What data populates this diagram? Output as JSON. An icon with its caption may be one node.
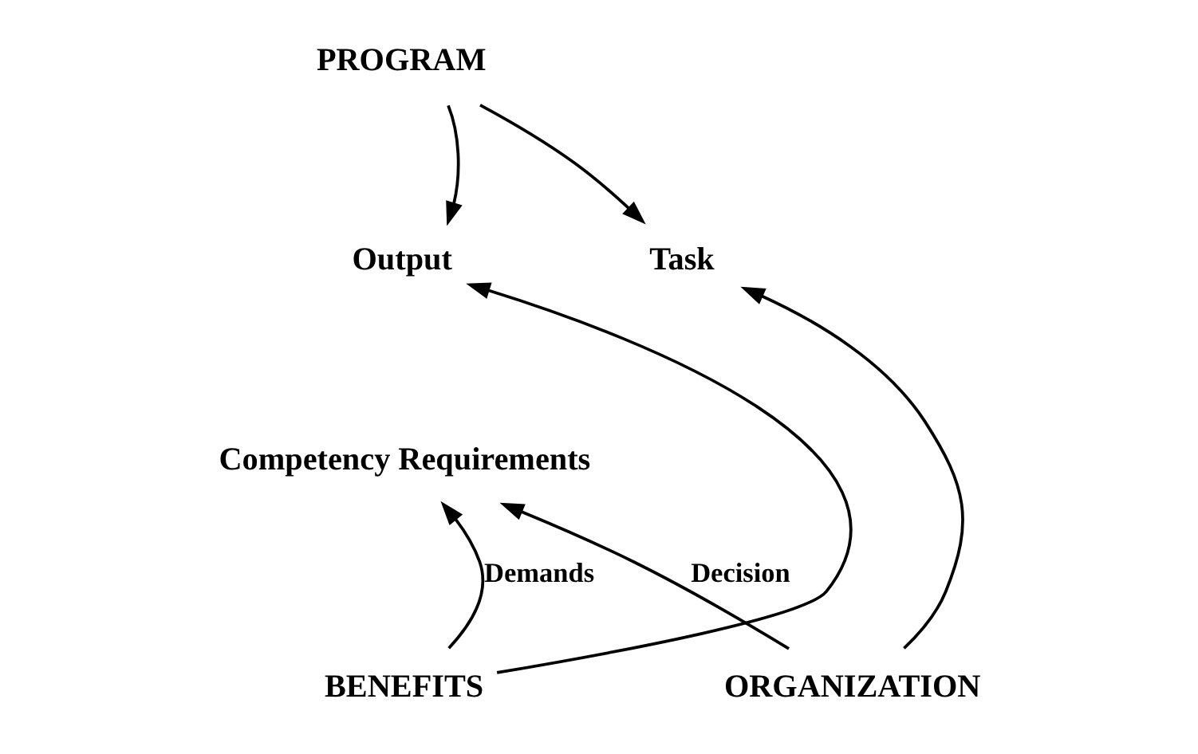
{
  "diagram": {
    "nodes": [
      {
        "text": [
          "PROGRAM"
        ]
      },
      {
        "text": [
          "Output"
        ]
      },
      {
        "text": [
          "Task"
        ]
      },
      {
        "text": [
          "Competency Requirements"
        ]
      },
      {
        "text": [
          "BENEFITS"
        ]
      },
      {
        "text": [
          "ORGANIZATION"
        ]
      }
    ],
    "edges": [
      {
        "from": 0,
        "to": 1,
        "arrow": "to"
      },
      {
        "from": 0,
        "to": 2,
        "arrow": "to"
      },
      {
        "from": 4,
        "to": 1,
        "arrow": "to"
      },
      {
        "from": 5,
        "to": 2,
        "arrow": "to"
      },
      {
        "from": 4,
        "to": 3,
        "arrow": "to",
        "label": "Demands"
      },
      {
        "from": 5,
        "to": 3,
        "arrow": "to",
        "label": "Decision"
      }
    ]
  }
}
